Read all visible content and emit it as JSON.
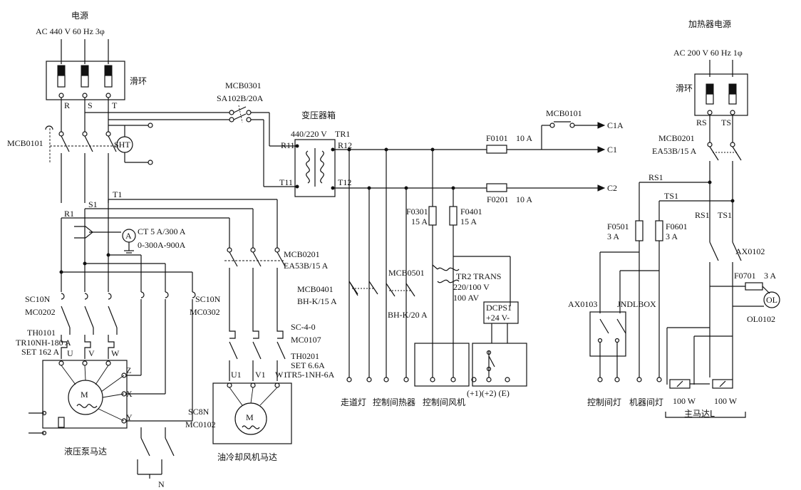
{
  "main_supply": {
    "title": "电源",
    "rating": "AC 440 V 60 Hz  3φ",
    "slip_ring": "滑环",
    "phases": [
      "R",
      "S",
      "T"
    ]
  },
  "heater_supply": {
    "title": "加热器电源",
    "rating": "AC 200 V 60 Hz  1φ",
    "slip_ring": "滑环",
    "phases": [
      "RS",
      "TS"
    ]
  },
  "breakers": {
    "mcb0101_main": "MCB0101",
    "shunt_trip": "SHT",
    "mcb0301": "MCB0301",
    "mcb0301_type": "SA102B/20A",
    "mcb0201_fan": "MCB0201",
    "mcb0201_fan_type": "EA53B/15 A",
    "mcb0101_c1a": "MCB0101",
    "mcb0401": "MCB0401",
    "mcb0401_type": "BH-K/15 A",
    "mcb0501": "MCB0501",
    "mcb0501_type": "BH-K/20 A",
    "mcb0201_heater": "MCB0201",
    "mcb0201_heater_type": "EA53B/15 A"
  },
  "transformer_box": {
    "title": "变压器箱",
    "rating": "440/220 V",
    "name": "TR1",
    "terminals": [
      "R11",
      "R12",
      "T11",
      "T12"
    ]
  },
  "fuses": {
    "f0101": "F0101",
    "f0101_rating": "10 A",
    "f0201": "F0201",
    "f0201_rating": "10 A",
    "f0301": "F0301",
    "f0301_rating": "15 A",
    "f0401": "F0401",
    "f0401_rating": "15 A",
    "f0501": "F0501",
    "f0501_rating": "3 A",
    "f0601": "F0601",
    "f0601_rating": "3 A",
    "f0701": "F0701",
    "f0701_rating": "3 A"
  },
  "outputs": {
    "c1a": "C1A",
    "c1": "C1",
    "c2": "C2"
  },
  "current_transformer": {
    "label": "CT 5 A/300 A",
    "range": "0-300A-900A",
    "meter": "A"
  },
  "bus_labels": {
    "r1": "R1",
    "s1": "S1",
    "t1": "T1",
    "rs1": "RS1",
    "ts1": "TS1",
    "neutral": "N"
  },
  "contactors": {
    "sc10n_left": "SC10N",
    "mc0202": "MC0202",
    "sc10n_right": "SC10N",
    "mc0302": "MC0302",
    "sc4_0": "SC-4-0",
    "mc0107": "MC0107",
    "sc8n": "SC8N",
    "mc0102": "MC0102"
  },
  "thermal_relays": {
    "th0101": "TH0101",
    "th0101_type": "TR10NH-180 A",
    "th0101_set": "SET 162 A",
    "th0201": "TH0201",
    "th0201_set": "SET 6.6A",
    "th0201_type": "TR5-1NH-6A"
  },
  "hydraulic_motor": {
    "caption": "液压泵马达",
    "symbol": "M",
    "terminals": [
      "U",
      "V",
      "W",
      "Z",
      "X",
      "Y"
    ]
  },
  "cooling_fan_motor": {
    "caption": "油冷却风机马达",
    "symbol": "M",
    "terminals": [
      "U1",
      "V1",
      "W1"
    ]
  },
  "trans2": {
    "name": "TR2 TRANS",
    "rating": "220/100 V",
    "va": "100 AV"
  },
  "dc_supply": {
    "name": "DCPS1",
    "output": "+24 V-",
    "terminals": "(+1)(+2) (E)"
  },
  "loads": {
    "corridor_lamp": "走道灯",
    "control_room_heater": "控制间热器",
    "control_room_fan": "控制间风机",
    "control_room_lamp": "控制间灯",
    "machine_room_lamp": "机器间灯"
  },
  "heater_section": {
    "ax0103": "AX0103",
    "jndl_box": "JNDLBOX",
    "ax0102": "AX0102",
    "overload": "OL",
    "ol0102": "OL0102",
    "heater1": "100 W",
    "heater2": "100 W",
    "main_motor": "主马达L"
  }
}
